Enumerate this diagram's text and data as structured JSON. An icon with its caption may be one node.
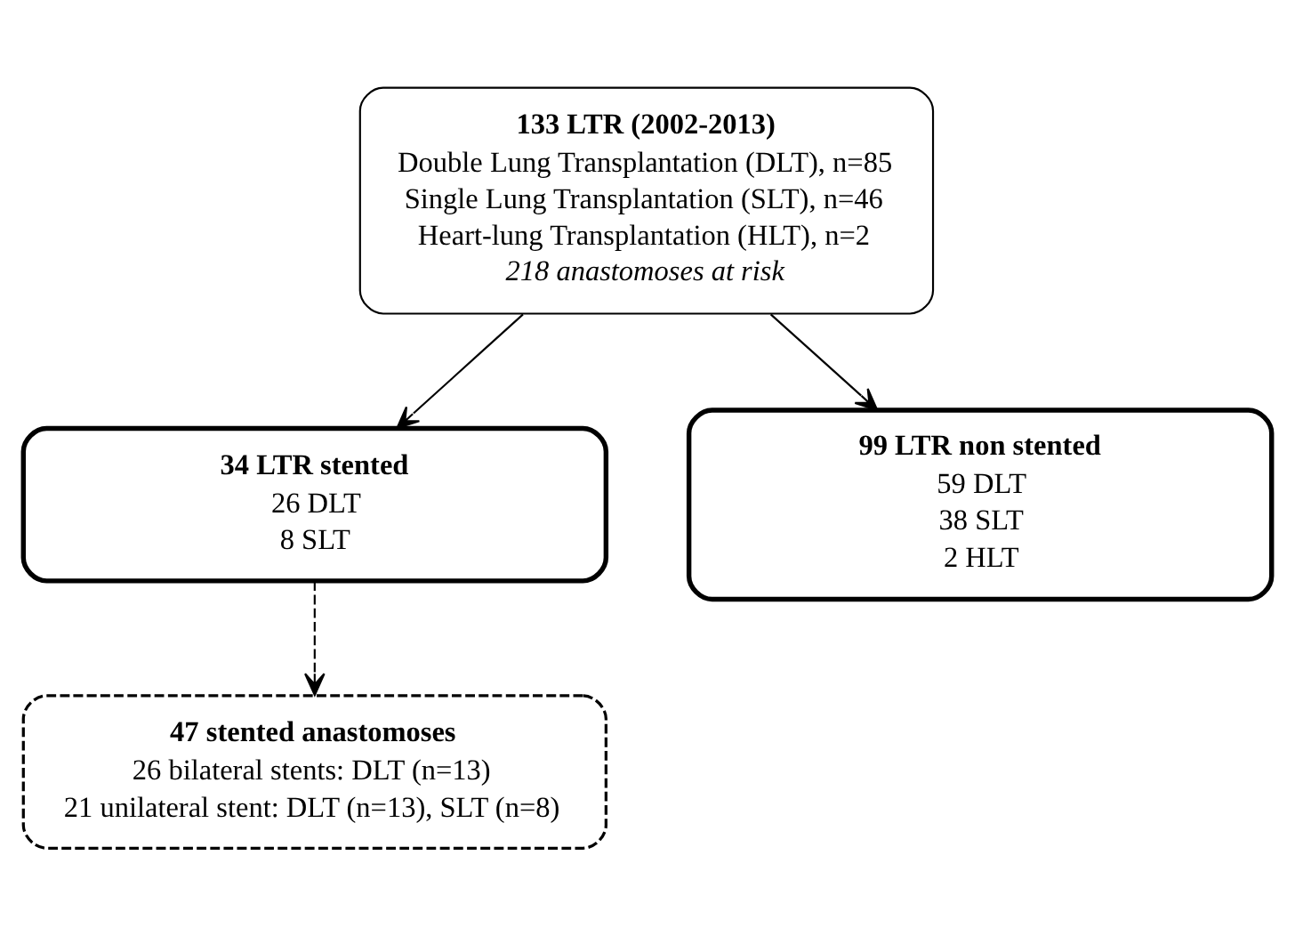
{
  "diagram": {
    "nodes": [
      {
        "text": [
          "133 LTR (2002-2013)",
          "Double Lung Transplantation (DLT), n=85",
          "Single Lung Transplantation (SLT), n=46",
          "Heart-lung Transplantation (HLT), n=2",
          "218 anastomoses at risk"
        ]
      },
      {
        "text": [
          "34 LTR stented",
          "26 DLT",
          "8 SLT"
        ]
      },
      {
        "text": [
          "99 LTR non stented",
          "59 DLT",
          "38 SLT",
          "2 HLT"
        ]
      },
      {
        "text": [
          "47 stented anastomoses",
          "26 bilateral stents: DLT (n=13)",
          "21 unilateral stent: DLT (n=13), SLT (n=8)"
        ]
      }
    ],
    "edges": [
      {
        "from": 0,
        "to": 1,
        "arrow": "to"
      },
      {
        "from": 0,
        "to": 2,
        "arrow": "to"
      },
      {
        "from": 1,
        "to": 3,
        "arrow": "to",
        "style": "dashed"
      }
    ]
  }
}
